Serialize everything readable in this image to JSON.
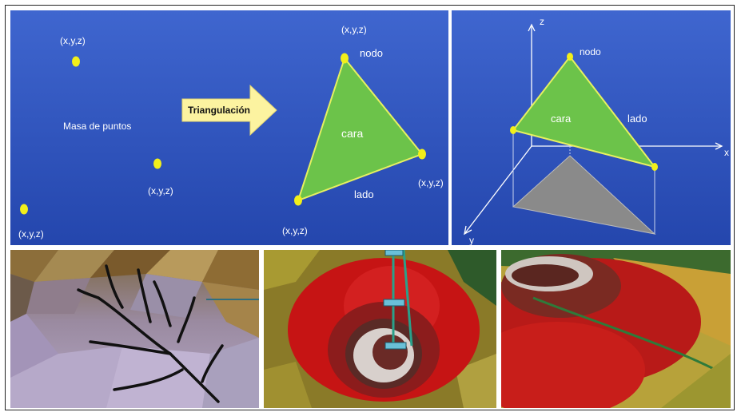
{
  "colors": {
    "blue_bg_top": "#3f66cf",
    "blue_bg_bottom": "#1f3fa6",
    "point_yellow": "#f2ef1a",
    "face_green": "#6cc34a",
    "arrow_fill": "#fcf3a0",
    "label_white": "#ffffff"
  },
  "point_cloud": {
    "label": "Masa de puntos",
    "coord_label": "(x,y,z)"
  },
  "arrow": {
    "label": "Triangulación"
  },
  "triangle": {
    "node_label": "nodo",
    "face_label": "cara",
    "edge_label": "lado",
    "coord_label": "(x,y,z)"
  },
  "axes3d": {
    "z_label": "z",
    "x_label": "x",
    "y_label": "y",
    "node_label": "nodo",
    "face_label": "cara",
    "edge_label": "lado"
  },
  "photos": {
    "terrain_drainage": "tin-terrain-drainage",
    "crater_top": "tin-crater-top-view",
    "crater_oblique": "tin-crater-oblique-view"
  }
}
